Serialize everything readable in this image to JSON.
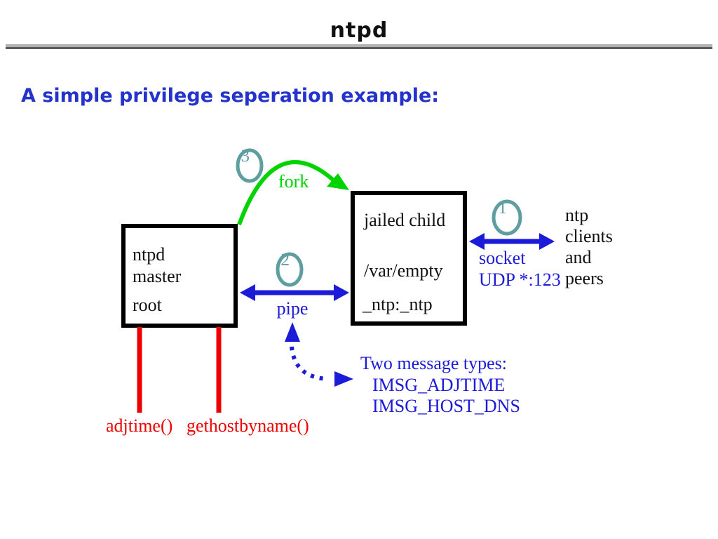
{
  "title": "ntpd",
  "subtitle": "A simple privilege seperation example:",
  "boxes": {
    "master": {
      "line1": "ntpd",
      "line2": "master",
      "line3": "root"
    },
    "child": {
      "line1": "jailed child",
      "line2": "/var/empty",
      "line3": "_ntp:_ntp"
    }
  },
  "annotations": {
    "step1": "1",
    "step2": "2",
    "step3": "3",
    "fork_label": "fork",
    "pipe_label": "pipe",
    "socket_label": "socket",
    "socket_detail": "UDP *:123",
    "clients_line1": "ntp",
    "clients_line2": "clients",
    "clients_line3": "and",
    "clients_line4": "peers",
    "messages_title": "Two message types:",
    "message1": "IMSG_ADJTIME",
    "message2": "IMSG_HOST_DNS",
    "syscall1": "adjtime()",
    "syscall2": "gethostbyname()"
  },
  "colors": {
    "heading_blue": "#2433cc",
    "diagram_blue": "#1b1bd8",
    "green": "#00d400",
    "red": "#ee0000",
    "teal": "#5f9ea0",
    "divider_light": "#b2b2b2",
    "divider_dark": "#5c5c5c"
  }
}
